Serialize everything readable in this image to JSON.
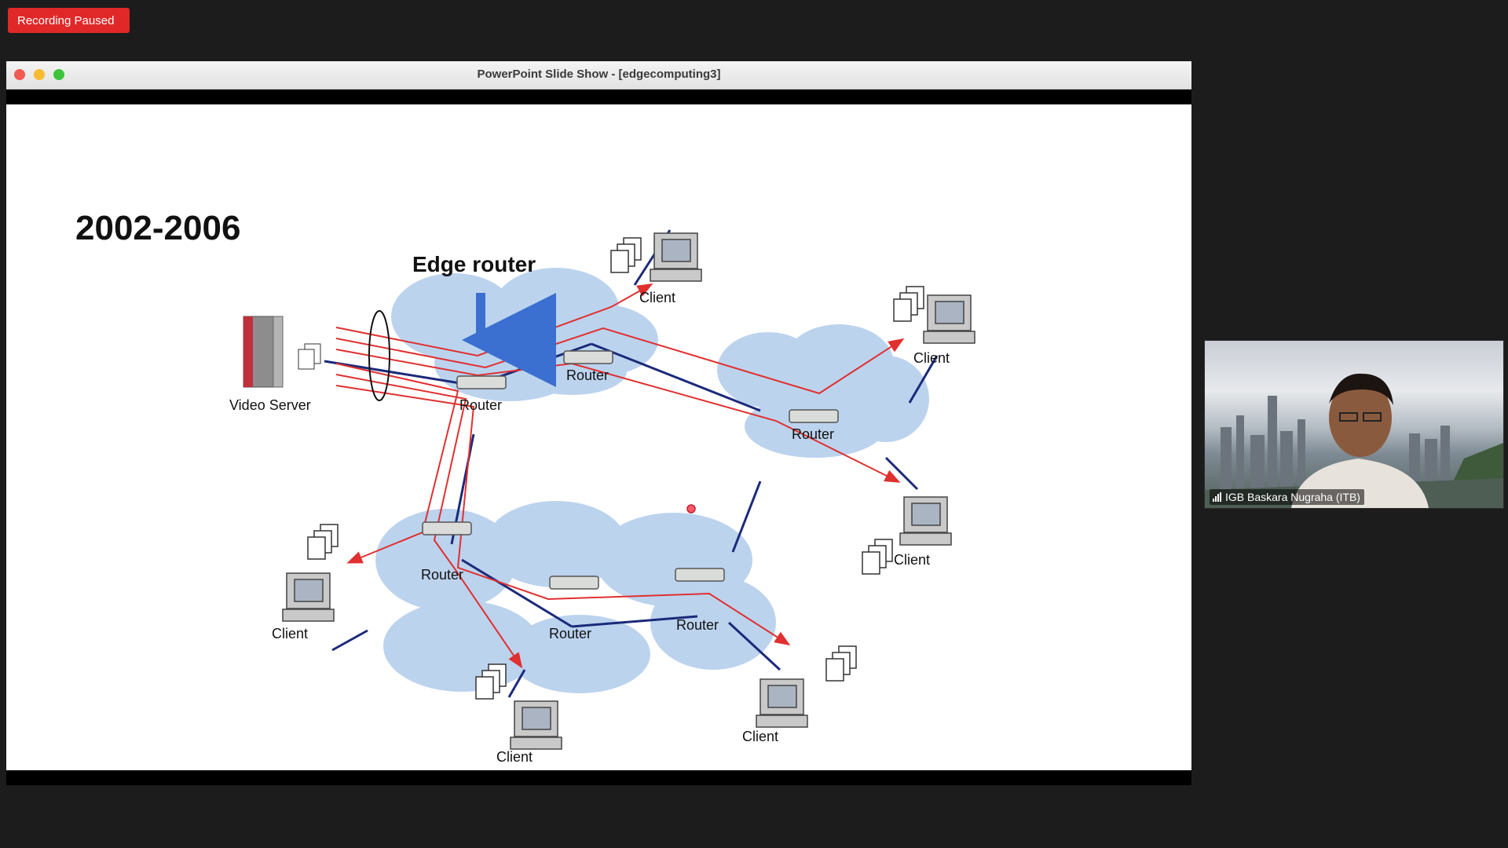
{
  "recording": {
    "status_label": "Recording Paused",
    "badge_color": "#e02828"
  },
  "window": {
    "title": "PowerPoint Slide Show - [edgecomputing3]",
    "traffic_lights": [
      "close",
      "minimize",
      "maximize"
    ]
  },
  "slide": {
    "title": "2002-2006",
    "callout": "Edge router",
    "server_label": "Video Server",
    "router_labels": [
      "Router",
      "Router",
      "Router",
      "Router",
      "Router",
      "Router"
    ],
    "client_labels": [
      "Client",
      "Client",
      "Client",
      "Client",
      "Client",
      "Client"
    ],
    "colors": {
      "flow_line": "#e03030",
      "link_line": "#1c2a7a",
      "cloud": "#bcd3ee",
      "callout_arrow": "#3b6fd0"
    }
  },
  "participant": {
    "name": "IGB Baskara Nugraha (ITB)",
    "signal_icon": "signal-bars-icon"
  }
}
